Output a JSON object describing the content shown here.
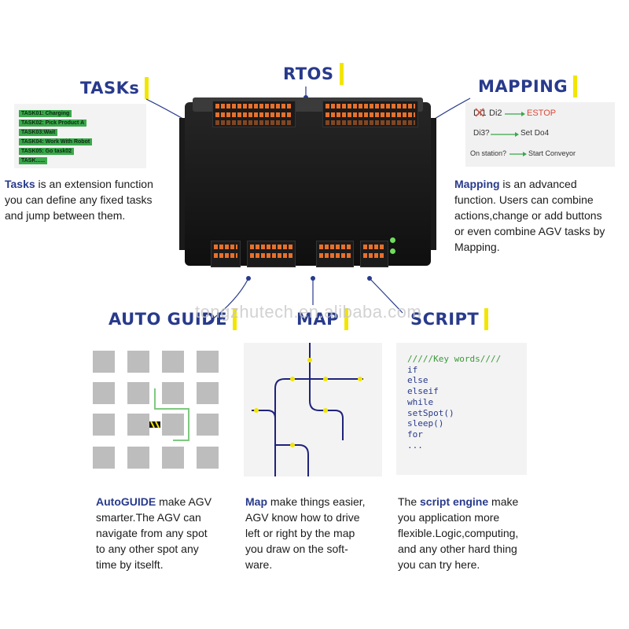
{
  "labels": {
    "tasks": "TASKs",
    "rtos": "RTOS",
    "mapping": "MAPPING",
    "auto_guide": "AUTO GUIDE",
    "map": "MAP",
    "script": "SCRIPT"
  },
  "tasks_panel": {
    "items": [
      "TASK01: Charging",
      "TASK02: Pick Product A",
      "TASK03:Wait",
      "TASK04: Work With Robot",
      "TASK05: Go task02",
      "TASK......"
    ]
  },
  "tasks_desc": {
    "bold": "Tasks",
    "line1": " is an extension function",
    "line2": "you can define any fixed tasks",
    "line3": "and jump between them."
  },
  "mapping_panel": {
    "di1": "Di1",
    "di2": "Di2",
    "estop": "ESTOP",
    "di3": "Di3?",
    "setdo4": "Set Do4",
    "onstation": "On station?",
    "startconveyor": "Start  Conveyor"
  },
  "mapping_desc": {
    "bold": "Mapping",
    "line1": " is an advanced",
    "line2": "function. Users can combine",
    "line3": "actions,change or add buttons",
    "line4": "or even combine AGV tasks by",
    "line5": "Mapping."
  },
  "autoguide_desc": {
    "bold": "AutoGUIDE",
    "line1": " make AGV",
    "line2": "smarter.The AGV can",
    "line3": "navigate from any spot",
    "line4": "to any other spot any",
    "line5": "time by itselft."
  },
  "map_desc": {
    "bold": "Map",
    "line1": " make things easier,",
    "line2": "AGV know how to drive",
    "line3": "left or right by the map",
    "line4": "you draw on the soft-",
    "line5": "ware."
  },
  "script_panel": {
    "lines": [
      "/////Key words////",
      "if",
      "else",
      "elseif",
      "while",
      "setSpot()",
      "sleep()",
      "for",
      "..."
    ]
  },
  "script_desc": {
    "pre": "The ",
    "bold": "script engine",
    "line1": " make",
    "line2": "you application more",
    "line3": "flexible.Logic,computing,",
    "line4": "and any other hard thing",
    "line5": "you can try here."
  },
  "watermark": "tongzhutech.en.alibaba.com",
  "colors": {
    "title": "#283a8c",
    "accent_yellow": "#f2e600",
    "terminal_orange": "#e8702a",
    "task_green": "#3aa84a",
    "path_green": "#7fc97f",
    "map_line": "#1f237a"
  }
}
